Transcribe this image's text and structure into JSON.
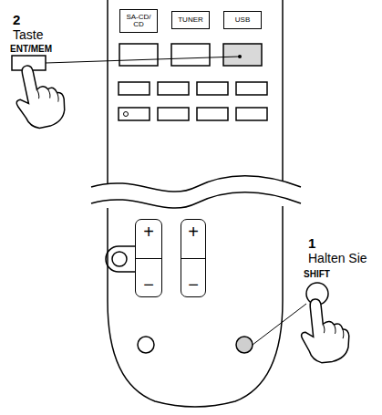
{
  "diagram": {
    "nodes": [
      {
        "text": [
          "SA-CD/ CD"
        ]
      },
      {
        "text": [
          "TUNER"
        ]
      },
      {
        "text": [
          "USB"
        ]
      },
      {
        "text": [
          "+",
          "−"
        ]
      },
      {
        "text": [
          "+",
          "−"
        ]
      }
    ],
    "labels": [
      "2",
      "Taste",
      "ENT/MEM",
      "1",
      "Halten Sie",
      "SHIFT"
    ]
  }
}
